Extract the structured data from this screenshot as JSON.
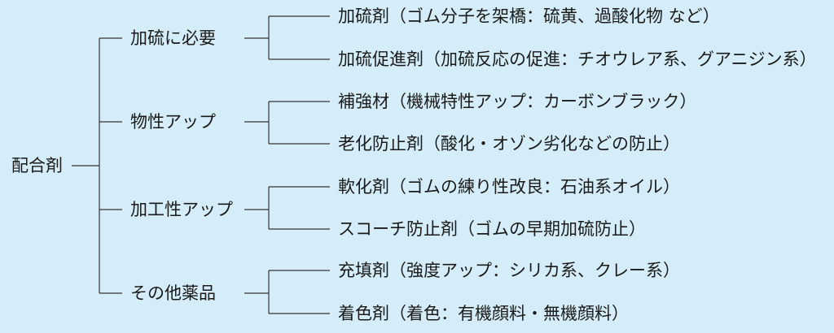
{
  "root": {
    "label": "配合剤"
  },
  "categories": [
    {
      "label": "加硫に必要",
      "items": [
        "加硫剤（ゴム分子を架橋：硫黄、過酸化物 など）",
        "加硫促進剤（加硫反応の促進：チオウレア系、グアニジン系）"
      ]
    },
    {
      "label": "物性アップ",
      "items": [
        "補強材（機械特性アップ：カーボンブラック）",
        "老化防止剤（酸化・オゾン劣化などの防止）"
      ]
    },
    {
      "label": "加工性アップ",
      "items": [
        "軟化剤（ゴムの練り性改良：石油系オイル）",
        "スコーチ防止剤（ゴムの早期加硫防止）"
      ]
    },
    {
      "label": "その他薬品",
      "items": [
        "充填剤（強度アップ：シリカ系、クレー系）",
        "着色剤（着色：有機顔料・無機顔料）"
      ]
    }
  ],
  "colors": {
    "background": "#d5edf8",
    "line": "#333333",
    "text": "#1a1a1a"
  }
}
